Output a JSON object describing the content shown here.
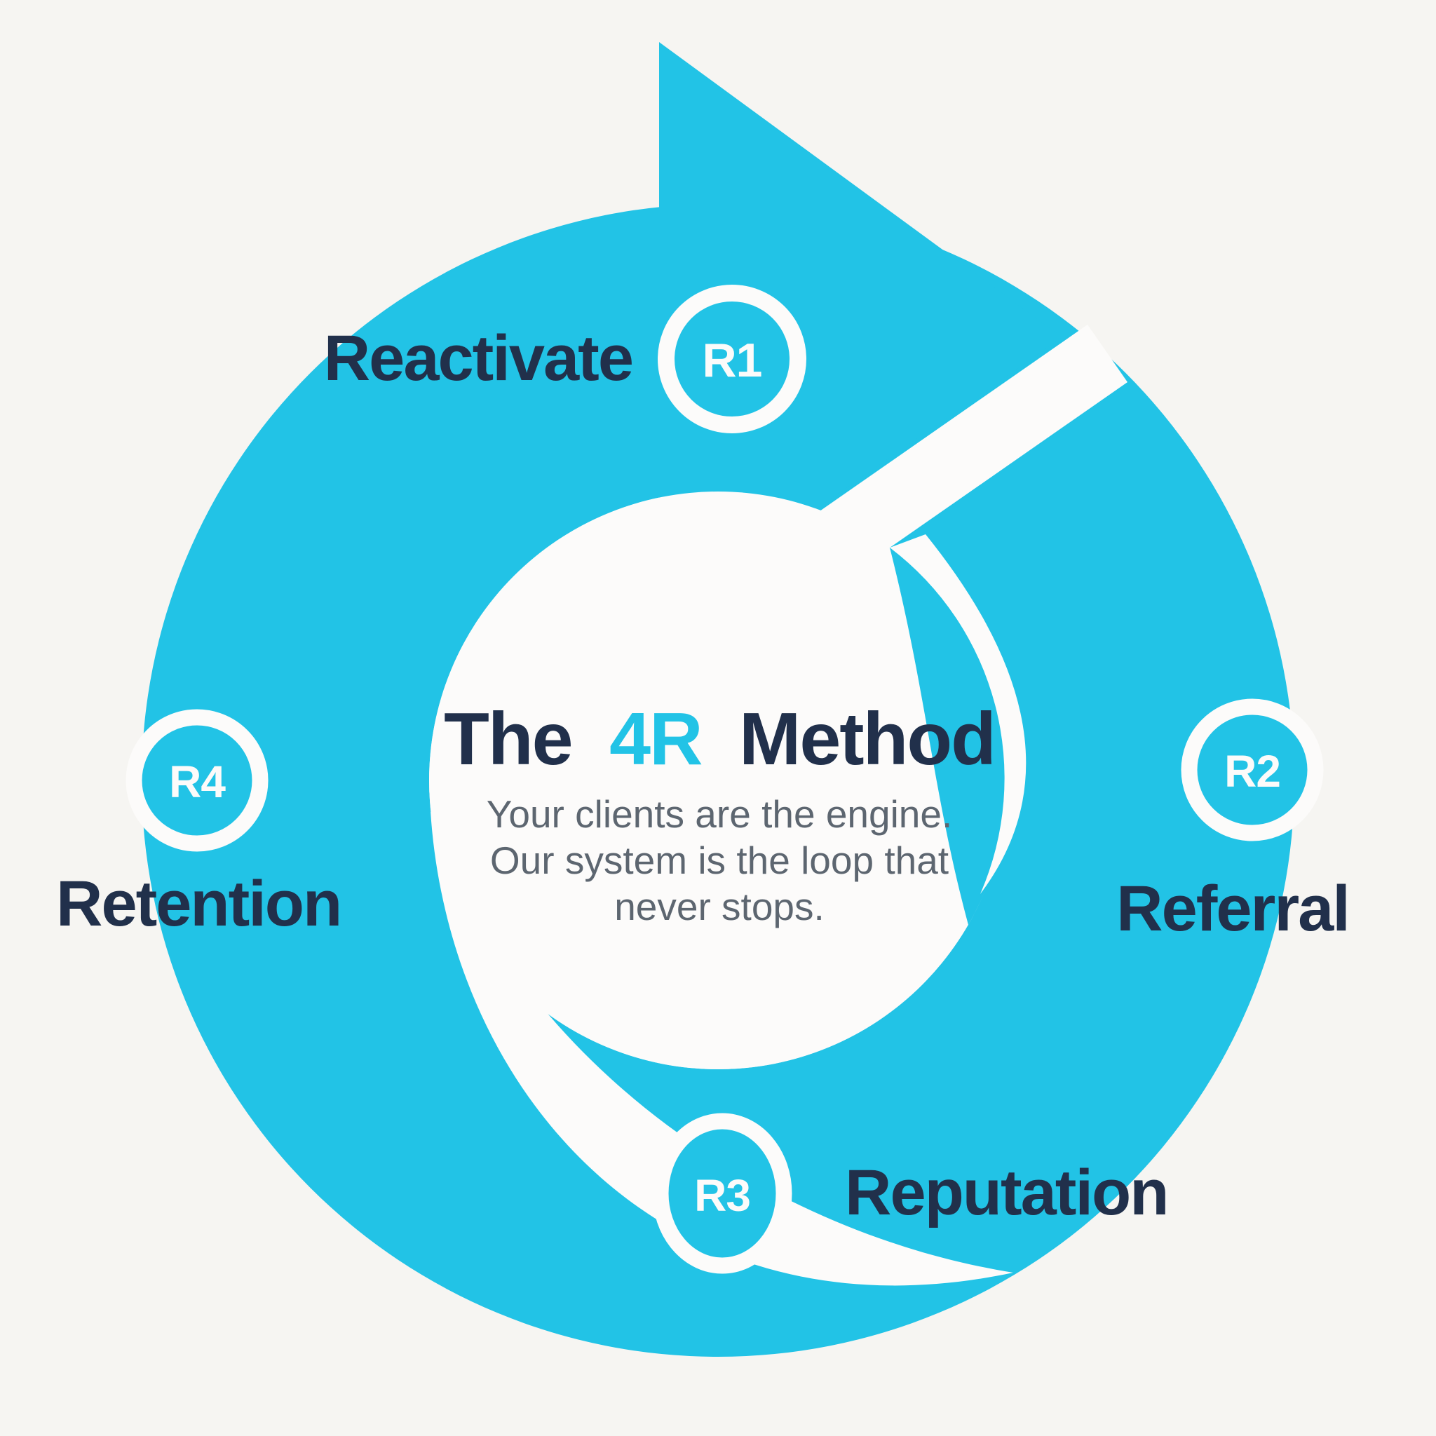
{
  "diagram": {
    "title": {
      "pre": "The",
      "highlight": "4R",
      "post": "Method"
    },
    "subtitle_lines": [
      "Your clients are the engine.",
      "Our system is the loop that",
      "never stops."
    ],
    "stages": [
      {
        "id": "R1",
        "label": "Reactivate"
      },
      {
        "id": "R2",
        "label": "Referral"
      },
      {
        "id": "R3",
        "label": "Reputation"
      },
      {
        "id": "R4",
        "label": "Retention"
      }
    ],
    "colors": {
      "accent": "#22c3e6",
      "navy": "#21304b",
      "subtitle_gray": "#5d6670",
      "background": "#f6f5f2",
      "shape_white": "#fcfbfa"
    }
  }
}
